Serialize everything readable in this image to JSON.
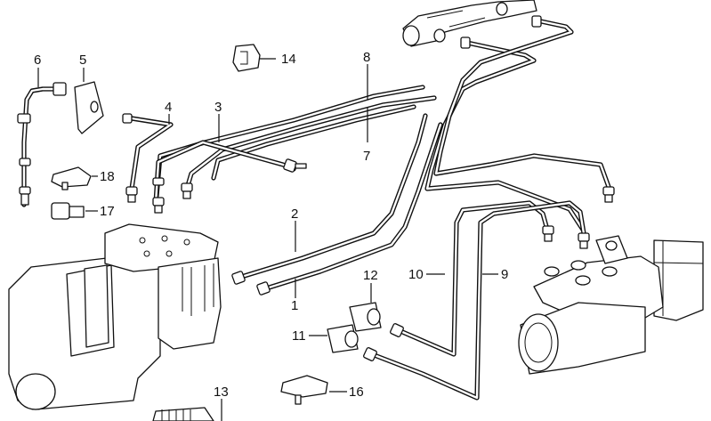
{
  "diagram": {
    "subject": "ABS brake line exploded parts view",
    "background": "#ffffff",
    "line_color": "#111111",
    "callouts": [
      {
        "id": "1",
        "label": "1",
        "part": "brake-pipe-1"
      },
      {
        "id": "2",
        "label": "2",
        "part": "brake-pipe-2"
      },
      {
        "id": "3",
        "label": "3",
        "part": "brake-pipe-3"
      },
      {
        "id": "4",
        "label": "4",
        "part": "brake-pipe-4"
      },
      {
        "id": "5",
        "label": "5",
        "part": "bracket"
      },
      {
        "id": "6",
        "label": "6",
        "part": "brake-hose"
      },
      {
        "id": "7",
        "label": "7",
        "part": "brake-pipe-7"
      },
      {
        "id": "8",
        "label": "8",
        "part": "brake-pipe-8"
      },
      {
        "id": "9",
        "label": "9",
        "part": "brake-pipe-9"
      },
      {
        "id": "10",
        "label": "10",
        "part": "brake-pipe-10"
      },
      {
        "id": "11",
        "label": "11",
        "part": "pipe-connector-11"
      },
      {
        "id": "12",
        "label": "12",
        "part": "pipe-connector-12"
      },
      {
        "id": "13",
        "label": "13",
        "part": "pipe-holder-13"
      },
      {
        "id": "14",
        "label": "14",
        "part": "clip-14"
      },
      {
        "id": "16",
        "label": "16",
        "part": "pipe-clip-16"
      },
      {
        "id": "17",
        "label": "17",
        "part": "clip-17"
      },
      {
        "id": "18",
        "label": "18",
        "part": "pipe-clip-18"
      }
    ]
  }
}
